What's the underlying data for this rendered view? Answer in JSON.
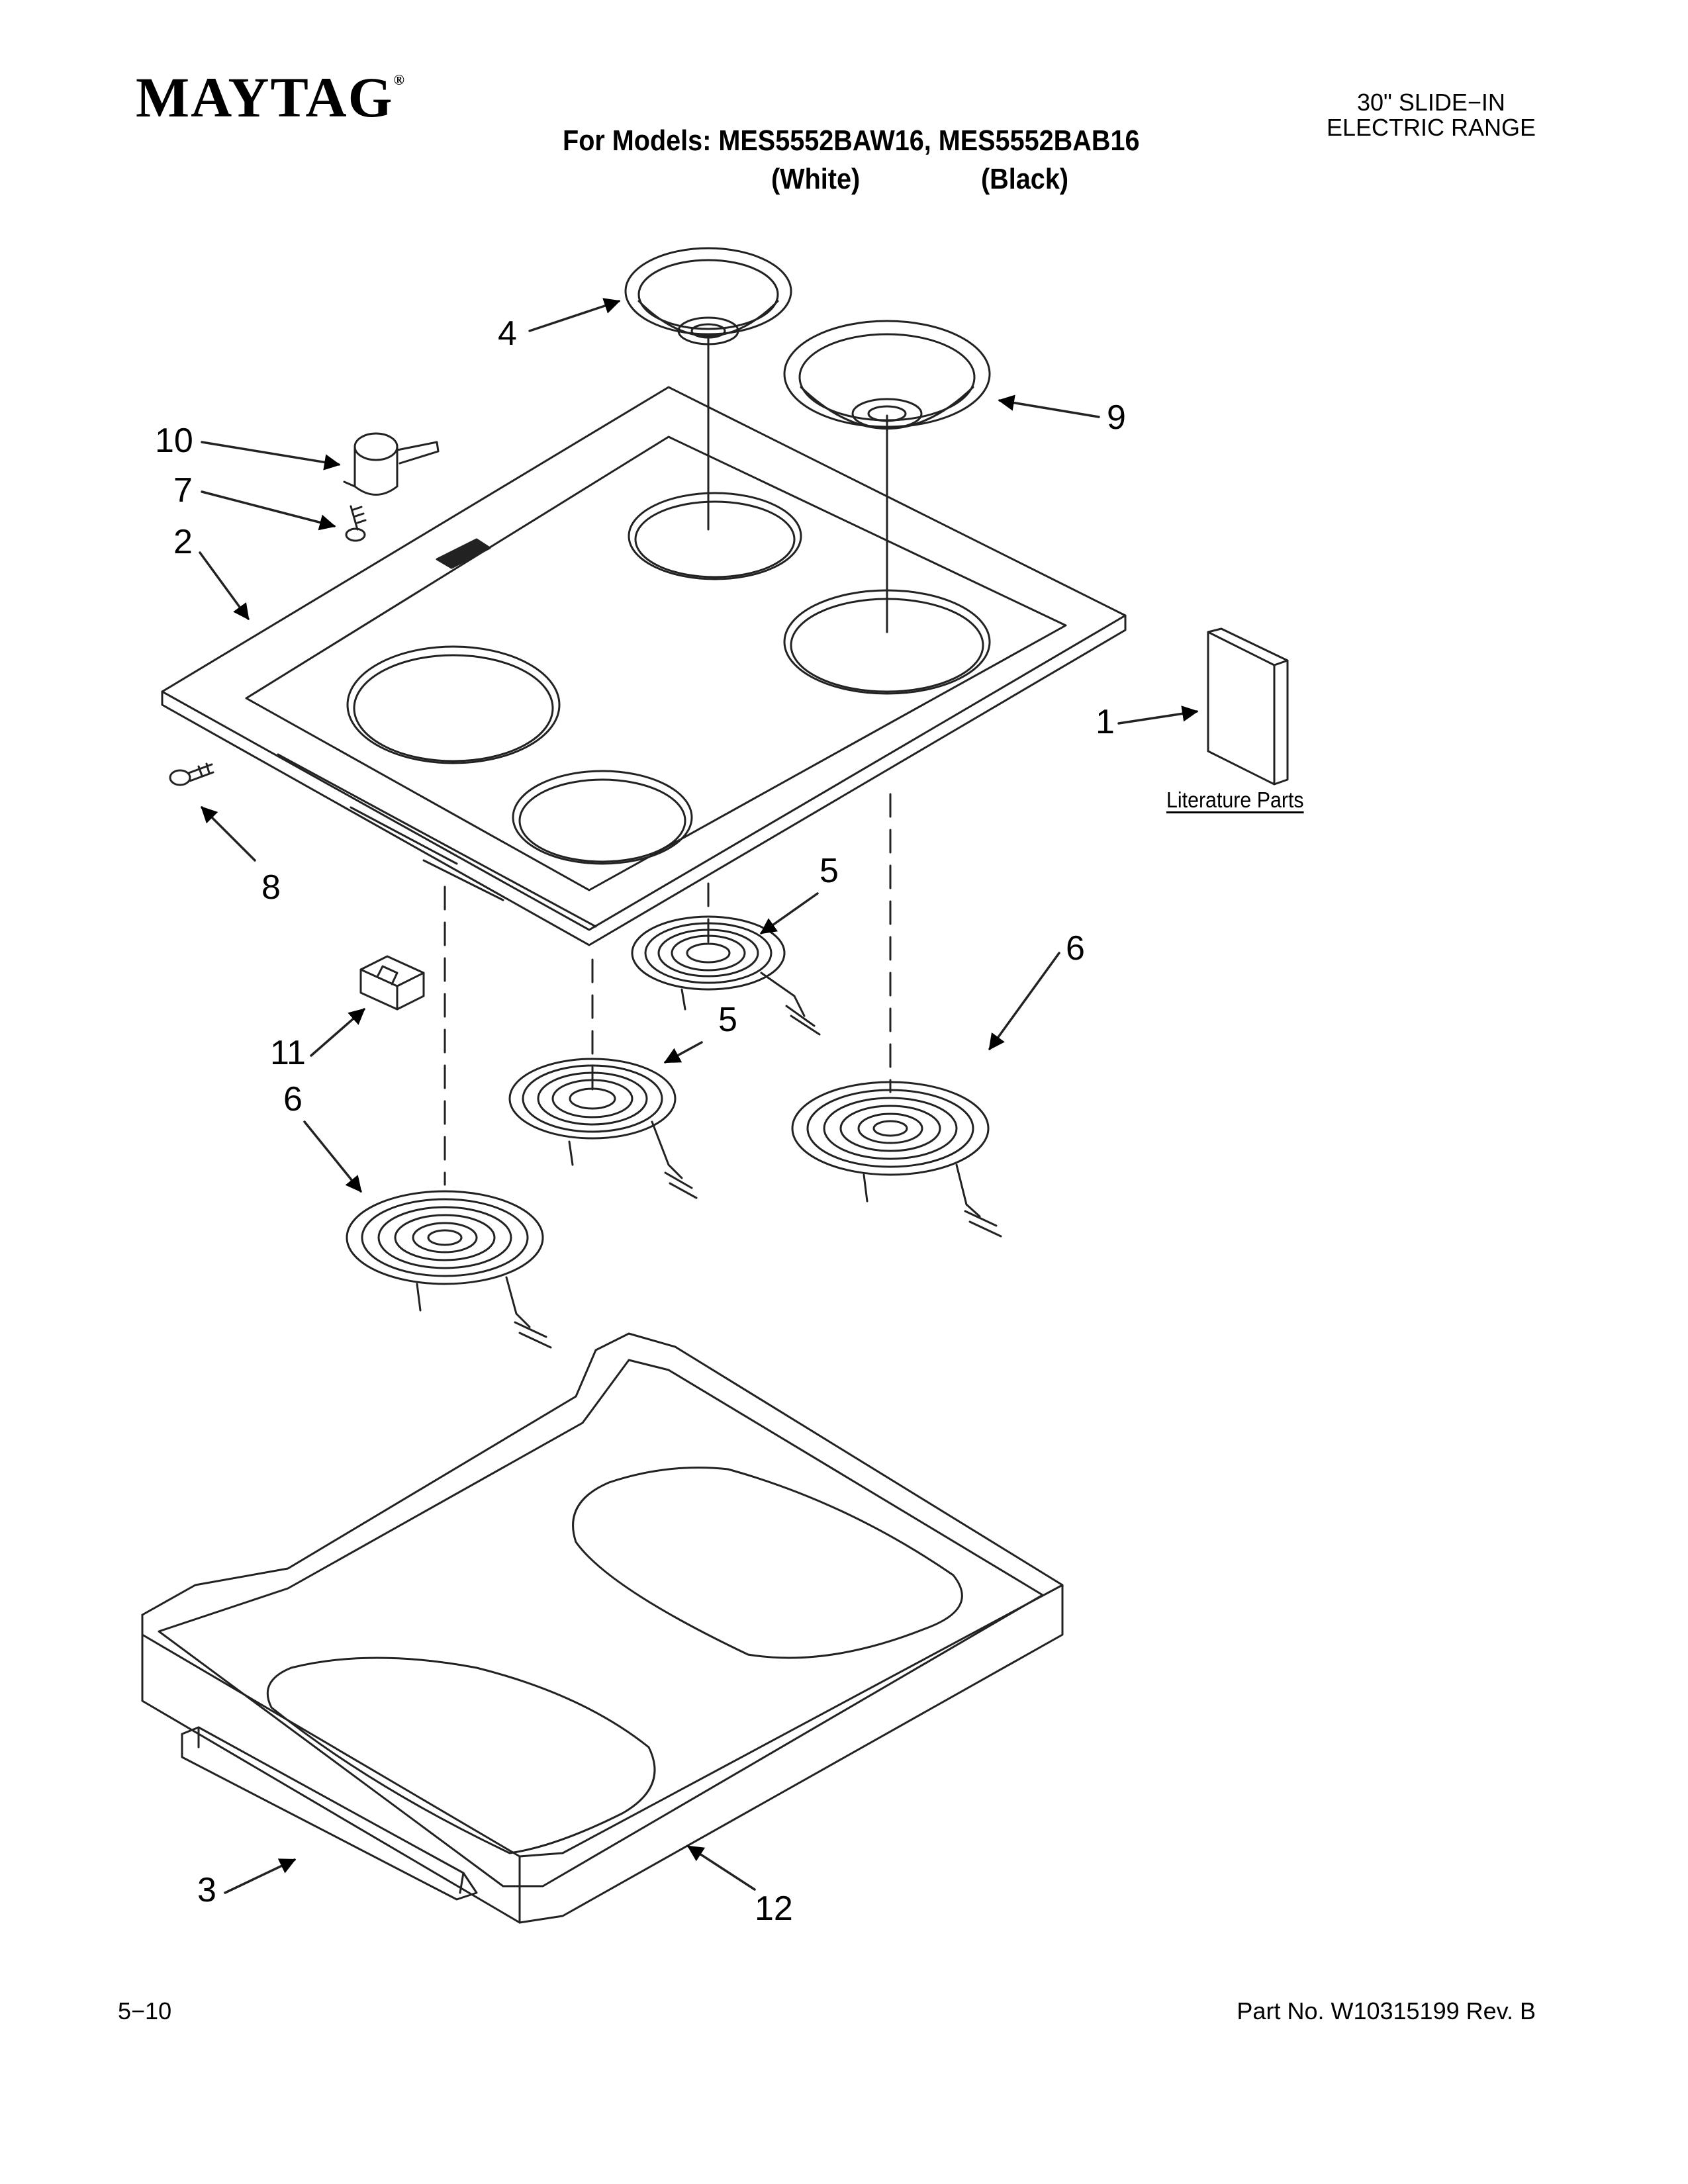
{
  "header": {
    "brand": "MAYTAG",
    "brand_mark": "®",
    "models_line": "For Models: MES5552BAW16, MES5552BAB16",
    "variant_white": "(White)",
    "variant_black": "(Black)",
    "product_type_line1": "30\" SLIDE−IN",
    "product_type_line2": "ELECTRIC RANGE"
  },
  "diagram": {
    "literature_label": "Literature Parts",
    "callouts": [
      "4",
      "9",
      "10",
      "7",
      "2",
      "1",
      "8",
      "5",
      "6",
      "11",
      "5",
      "6",
      "3",
      "12"
    ]
  },
  "footer": {
    "page_number": "5−10",
    "part_number": "Part No. W10315199 Rev. B"
  }
}
